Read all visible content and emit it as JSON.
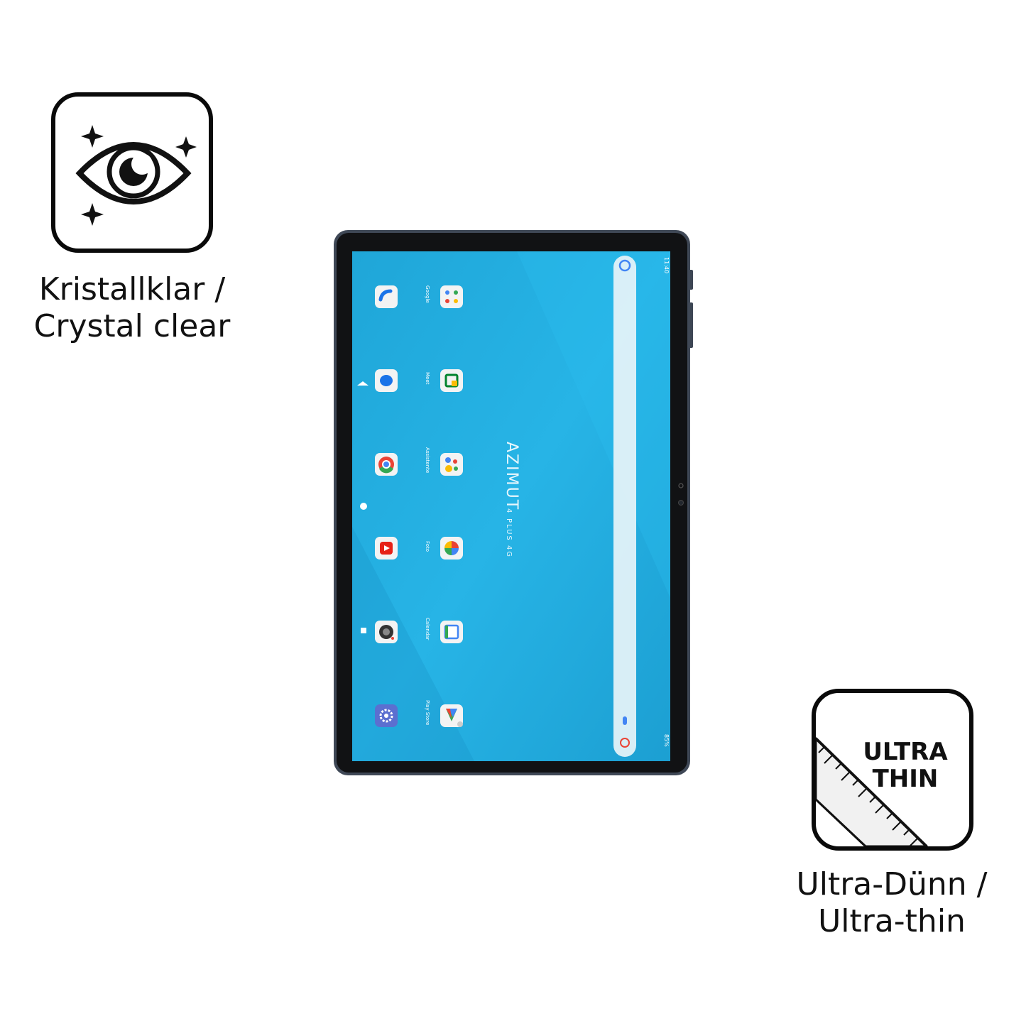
{
  "badges": {
    "crystal_clear": {
      "icon": "sparkling-eye-icon",
      "caption_line1": "Kristallklar /",
      "caption_line2": "Crystal clear"
    },
    "ultra_thin": {
      "icon": "ruler-icon",
      "label_line1": "ULTRA",
      "label_line2": "THIN",
      "caption_line1": "Ultra-Dünn /",
      "caption_line2": "Ultra-thin"
    }
  },
  "tablet": {
    "status_time": "11:40",
    "battery": "85%",
    "brand_logo": "AZIMUT",
    "model_number": "4",
    "model_suffix": "PLUS 4G",
    "wallpaper_color": "#22aee0",
    "apps": [
      {
        "label": "Google",
        "icon": "google-folder-icon"
      },
      {
        "label": "Meet",
        "icon": "meet-icon"
      },
      {
        "label": "Assistente",
        "icon": "assistant-icon"
      },
      {
        "label": "Foto",
        "icon": "photos-icon"
      },
      {
        "label": "Calendar",
        "icon": "calendar-icon"
      },
      {
        "label": "Play Store",
        "icon": "play-store-icon"
      }
    ],
    "dock": [
      {
        "icon": "phone-icon"
      },
      {
        "icon": "messages-icon"
      },
      {
        "icon": "chrome-icon"
      },
      {
        "icon": "youtube-icon"
      },
      {
        "icon": "camera-icon"
      },
      {
        "icon": "settings-icon"
      }
    ]
  }
}
